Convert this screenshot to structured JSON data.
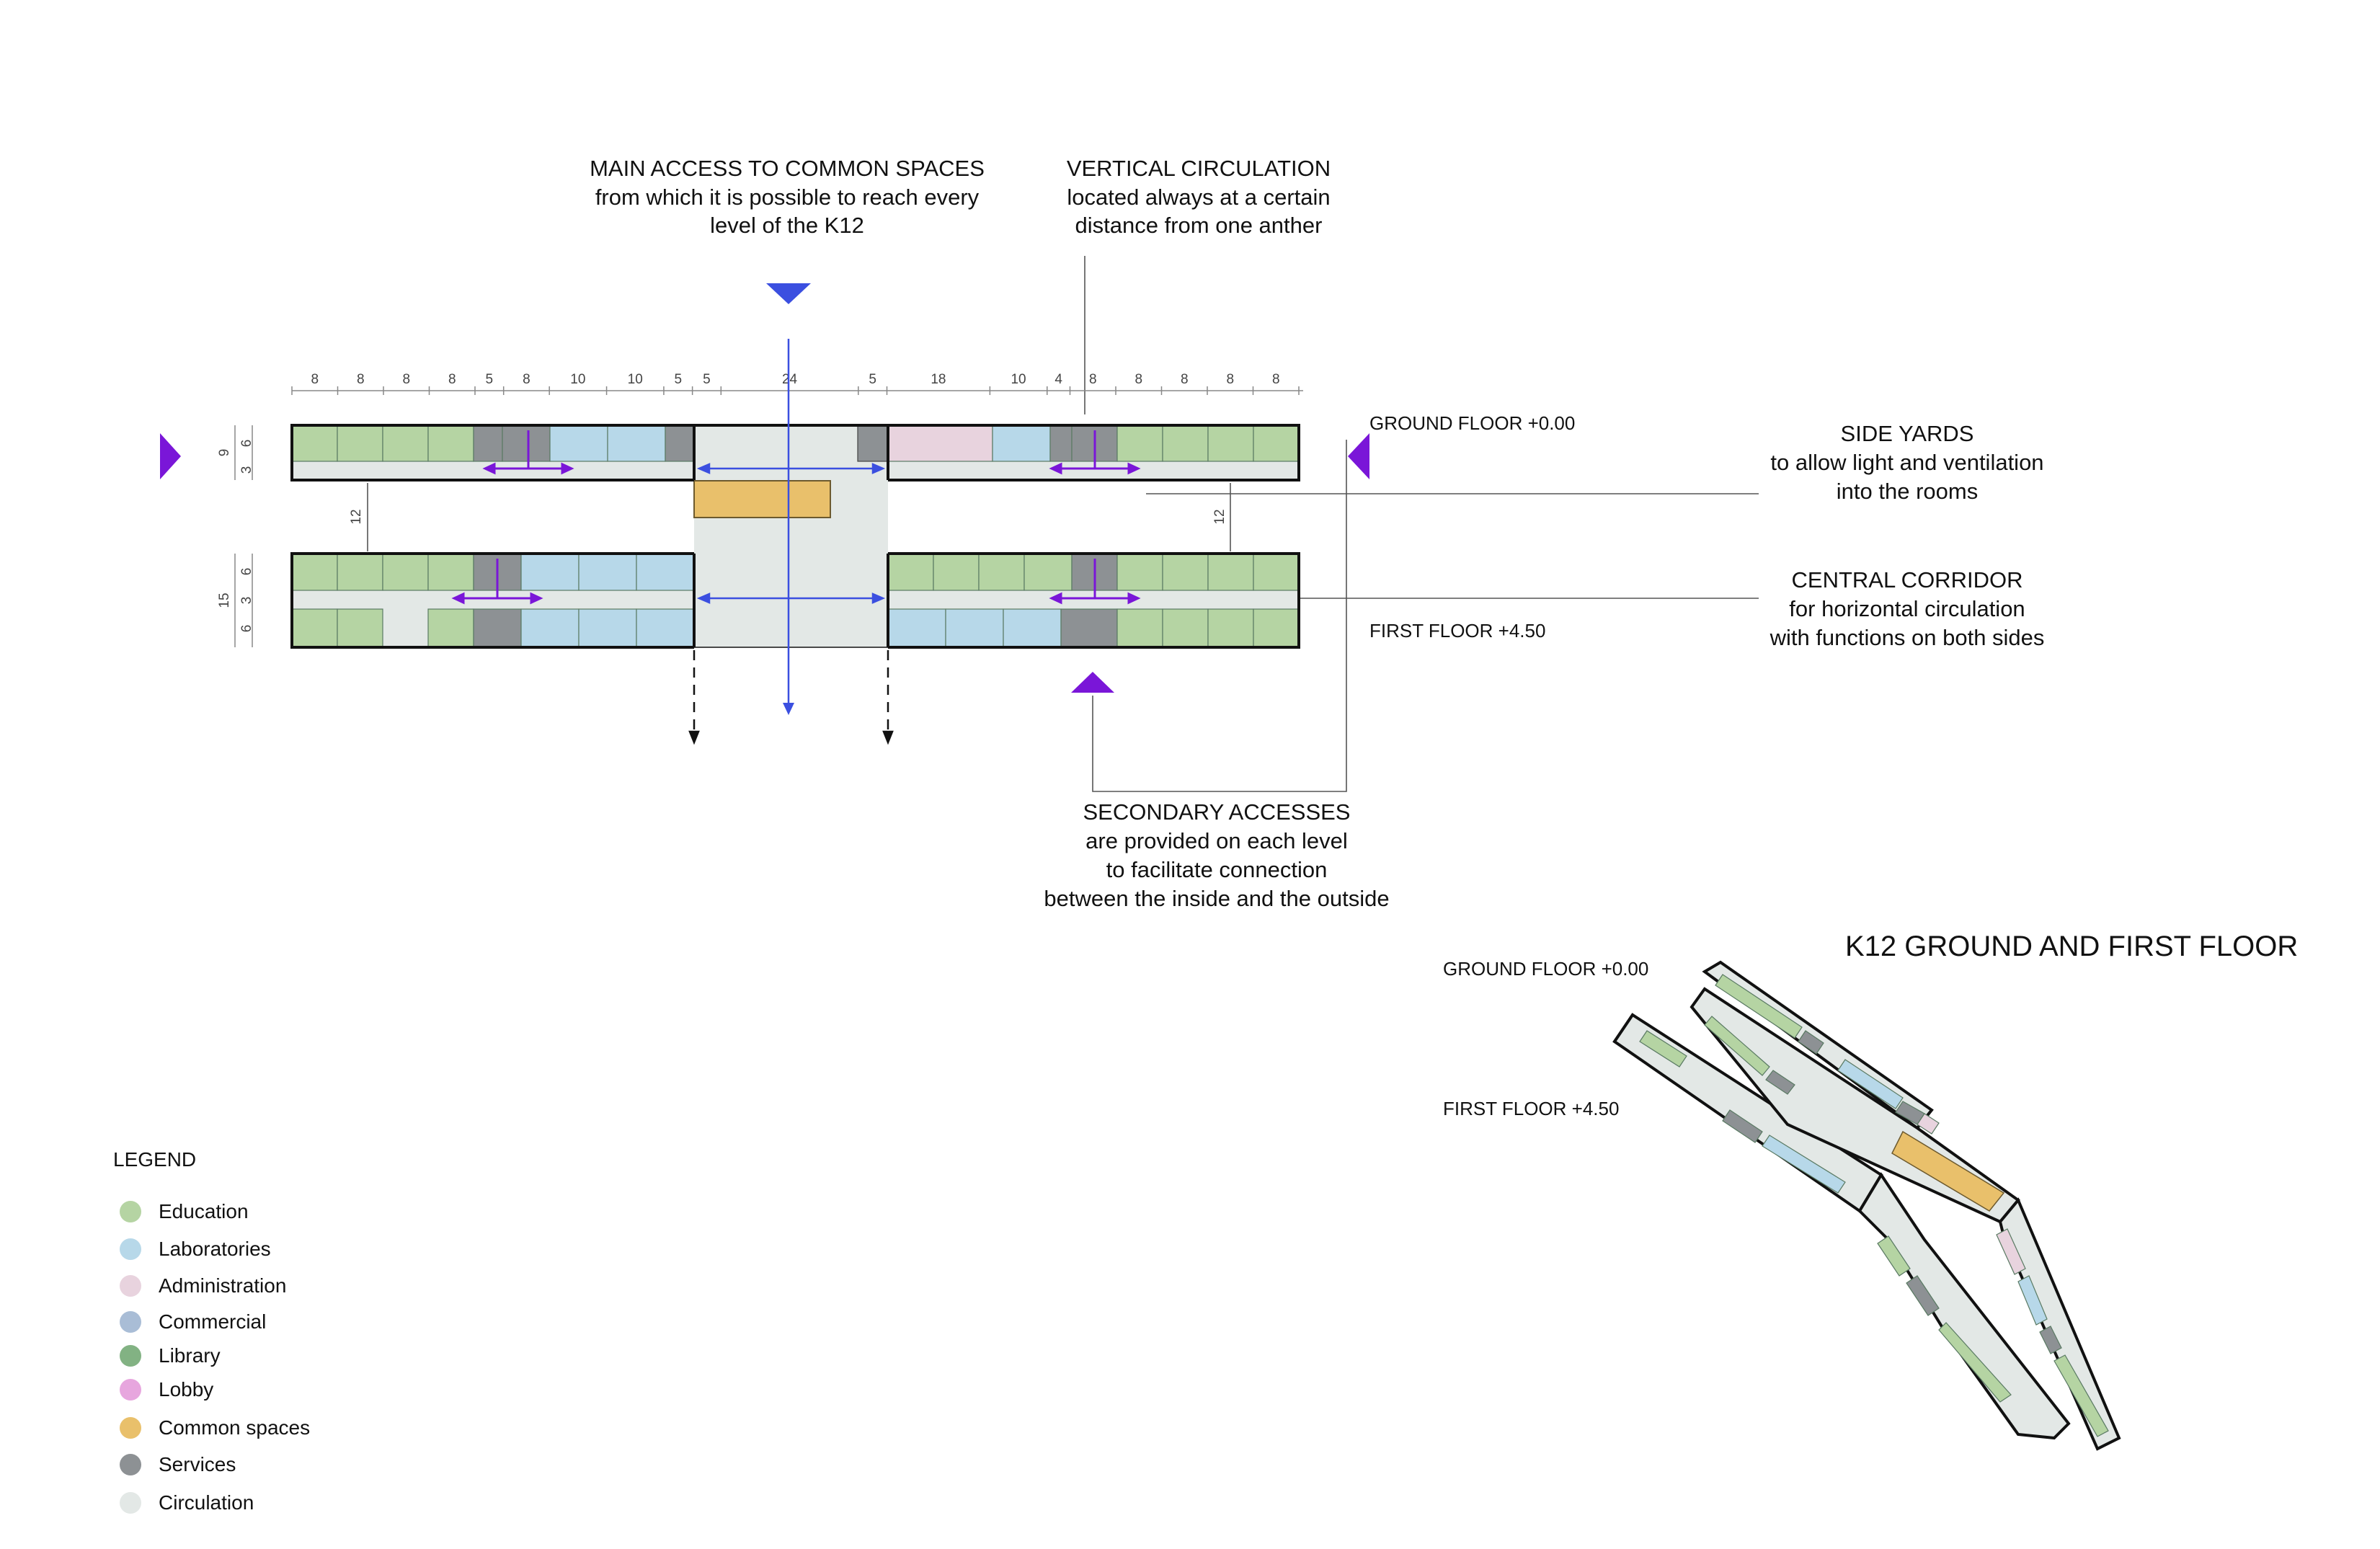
{
  "colors": {
    "Education": "#b5d4a3",
    "Laboratories": "#b7d8e9",
    "Administration": "#e8d3de",
    "Commercial": "#a9bdd6",
    "Library": "#82b283",
    "Lobby": "#e7a6de",
    "Common spaces": "#e9c06b",
    "Services": "#8d9194",
    "Circulation": "#e3e8e6",
    "main_access": "#3b4fe0",
    "secondary_access": "#7a16d8"
  },
  "annotations": {
    "main_access": [
      "MAIN ACCESS TO COMMON SPACES",
      "from which it is possible to reach every",
      "level of the K12"
    ],
    "vertical_circulation": [
      "VERTICAL CIRCULATION",
      "located always at a certain",
      "distance from one anther"
    ],
    "side_yards": [
      "SIDE YARDS",
      "to allow light and ventilation",
      "into the rooms"
    ],
    "central_corridor": [
      "CENTRAL CORRIDOR",
      "for horizontal circulation",
      "with functions on both sides"
    ],
    "secondary_accesses": [
      "SECONDARY ACCESSES",
      "are provided on each level",
      "to facilitate connection",
      "between the inside and the outside"
    ]
  },
  "floors": {
    "ground": "GROUND FLOOR  +0.00",
    "first": "FIRST FLOOR  +4.50"
  },
  "dimensions": {
    "top": [
      "8",
      "8",
      "8",
      "8",
      "5",
      "8",
      "10",
      "10",
      "5",
      "5",
      "24",
      "5",
      "18",
      "10",
      "4",
      "8",
      "8",
      "8",
      "8",
      "8"
    ],
    "side_ground_total": "9",
    "side_ground_parts": [
      "6",
      "3"
    ],
    "side_first_total": "15",
    "side_first_parts": [
      "6",
      "3",
      "6"
    ],
    "yard_left": "12",
    "yard_right": "12"
  },
  "axon": {
    "title": "K12 GROUND AND FIRST FLOOR",
    "ground_label": "GROUND FLOOR  +0.00",
    "first_label": "FIRST FLOOR  +4.50"
  },
  "legend": {
    "title": "LEGEND",
    "items": [
      "Education",
      "Laboratories",
      "Administration",
      "Commercial",
      "Library",
      "Lobby",
      "Common spaces",
      "Services",
      "Circulation"
    ]
  }
}
